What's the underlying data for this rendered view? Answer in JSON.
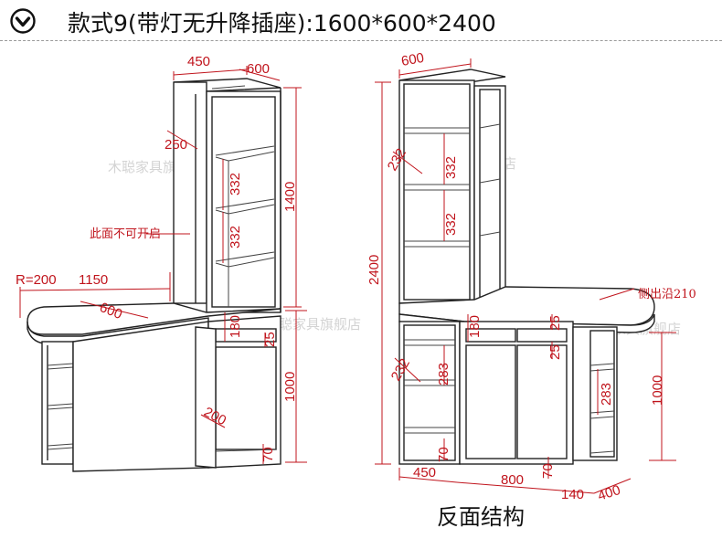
{
  "header": {
    "title": "款式9(带灯无升降插座):1600*600*2400",
    "icon": "chevron-down-circle-icon"
  },
  "caption": "反面结构",
  "watermark": "木聪家具旗舰店",
  "colors": {
    "dimension": "#c0141c",
    "outline": "#222222",
    "watermark": "#c9c9c9"
  },
  "left_view": {
    "dims": {
      "top_depth": "450",
      "top_width": "600",
      "shelf_depth": "250",
      "shelf_gap_1": "332",
      "shelf_gap_2": "332",
      "tower_height": "1400",
      "radius": "R=200",
      "desk_length": "1150",
      "desk_depth": "600",
      "drawer_height": "180",
      "gap": "25",
      "base_height": "1000",
      "door_width": "200",
      "plinth": "70"
    },
    "note": "此面不可开启"
  },
  "right_view": {
    "dims": {
      "top_width": "600",
      "shelf_gap_a": "232",
      "shelf_gap_b": "332",
      "shelf_gap_c": "332",
      "total_height": "2400",
      "side_overhang_label": "侧出沿210",
      "drawer_height": "180",
      "gap_top": "25",
      "gap_mid": "25",
      "lower_gap_a": "232",
      "lower_gap_b": "283",
      "side_shelf_gap": "283",
      "plinth": "70",
      "plinth_right": "70",
      "base_height": "1000",
      "width_left": "450",
      "width_mid": "800",
      "width_140": "140",
      "width_400": "400"
    }
  }
}
